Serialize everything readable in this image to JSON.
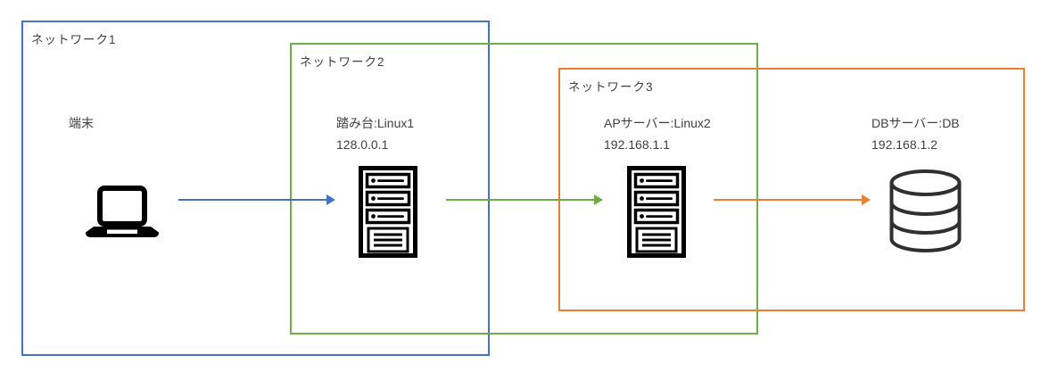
{
  "diagram": {
    "title": "",
    "networks": [
      {
        "id": "network1",
        "label": "ネットワーク1",
        "color": "#4472C4"
      },
      {
        "id": "network2",
        "label": "ネットワーク2",
        "color": "#70AD47"
      },
      {
        "id": "network3",
        "label": "ネットワーク3",
        "color": "#ED7D31"
      }
    ],
    "nodes": [
      {
        "id": "terminal",
        "label": "端末",
        "ip": "",
        "icon": "laptop-icon",
        "network": "network1"
      },
      {
        "id": "bastion",
        "label": "踏み台:Linux1",
        "ip": "128.0.0.1",
        "icon": "server-icon",
        "network": "network2"
      },
      {
        "id": "ap-server",
        "label": "APサーバー:Linux2",
        "ip": "192.168.1.1",
        "icon": "server-icon",
        "network": "network3"
      },
      {
        "id": "db-server",
        "label": "DBサーバー:DB",
        "ip": "192.168.1.2",
        "icon": "database-icon",
        "network": "network3"
      }
    ],
    "arrows": [
      {
        "from": "terminal",
        "to": "bastion",
        "color": "#4472C4"
      },
      {
        "from": "bastion",
        "to": "ap-server",
        "color": "#70AD47"
      },
      {
        "from": "ap-server",
        "to": "db-server",
        "color": "#ED7D31"
      }
    ]
  }
}
